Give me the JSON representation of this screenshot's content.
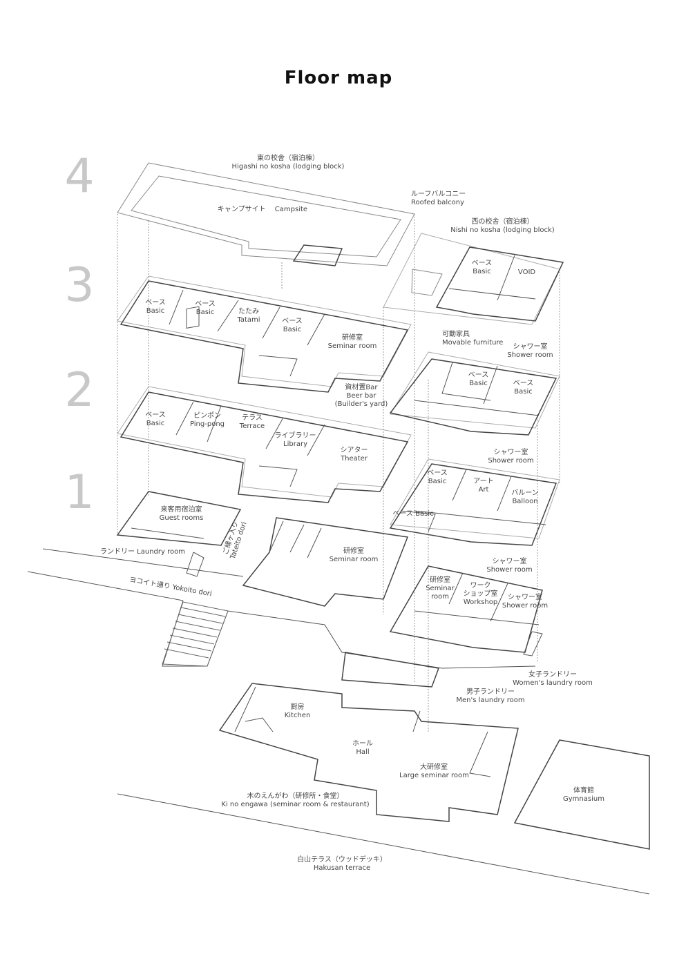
{
  "title": "Floor map",
  "floors": [
    "4",
    "3",
    "2",
    "1"
  ],
  "labels": {
    "higashi": [
      "東の校舎（宿泊棟）",
      "Higashi no kosha (lodging block)"
    ],
    "campsite": "キャンプサイト　 Campsite",
    "roof": [
      "ルーフバルコニー",
      "Roofed balcony"
    ],
    "nishi": [
      "西の校舎（宿泊棟）",
      "Nishi no kosha (lodging block)"
    ],
    "f3_basic_1": [
      "ベース",
      "Basic"
    ],
    "f3_basic_2": [
      "ベース",
      "Basic"
    ],
    "f3_tatami": [
      "たたみ",
      "Tatami"
    ],
    "f3_basic_3": [
      "ベース",
      "Basic"
    ],
    "f3_seminar": [
      "研修室",
      "Seminar room"
    ],
    "w3_basic": [
      "ベース",
      "Basic"
    ],
    "w3_void": "VOID",
    "w3_shower": [
      "シャワー室",
      "Shower room"
    ],
    "movable": [
      "可動家具",
      "Movable furniture"
    ],
    "beerbar": [
      "資材置Bar",
      "Beer bar",
      "(Builder's yard)"
    ],
    "f2_basic": [
      "ベース",
      "Basic"
    ],
    "f2_pingpong": [
      "ピンポン",
      "Ping-pong"
    ],
    "f2_terrace": [
      "テラス",
      "Terrace"
    ],
    "f2_library": [
      "ライブラリー",
      "Library"
    ],
    "f2_theater": [
      "シアター",
      "Theater"
    ],
    "w2_basic_1": [
      "ベース",
      "Basic"
    ],
    "w2_basic_2": [
      "ベース",
      "Basic"
    ],
    "w2_shower": [
      "シャワー室",
      "Shower room"
    ],
    "w1_basic": [
      "ベース",
      "Basic"
    ],
    "w1_art": [
      "アート",
      "Art"
    ],
    "w1_balloon": [
      "バルーン",
      "Balloon"
    ],
    "w1_basic_2": "ベース Basic",
    "w1_shower": [
      "シャワー室",
      "Shower room"
    ],
    "guest": [
      "来客用宿泊室",
      "Guest rooms"
    ],
    "laundry": "ランドリー Laundry room",
    "tateito": [
      "ご縁ヶ入り",
      "Tateito dori"
    ],
    "f1_seminar": [
      "研修室",
      "Seminar room"
    ],
    "yokoito": "ヨコイト通り Yokoito dori",
    "wg_seminar": [
      "研修室",
      "Seminar",
      "room"
    ],
    "wg_workshop": [
      "ワーク",
      "ショップ室",
      "Workshop"
    ],
    "wg_shower": [
      "シャワー室",
      "Shower room"
    ],
    "women_laundry": [
      "女子ランドリー",
      "Women's laundry room"
    ],
    "men_laundry": [
      "男子ランドリー",
      "Men's laundry room"
    ],
    "kitchen": [
      "厨房",
      "Kitchen"
    ],
    "hall": [
      "ホール",
      "Hall"
    ],
    "large_seminar": [
      "大研修室",
      "Large seminar room"
    ],
    "kinoengawa": [
      "木のえんがわ（研修所・食堂）",
      "Ki no engawa (seminar room & restaurant)"
    ],
    "gym": [
      "体育館",
      "Gymnasium"
    ],
    "hakusan": [
      "白山テラス（ウッドデッキ）",
      "Hakusan terrace"
    ]
  }
}
